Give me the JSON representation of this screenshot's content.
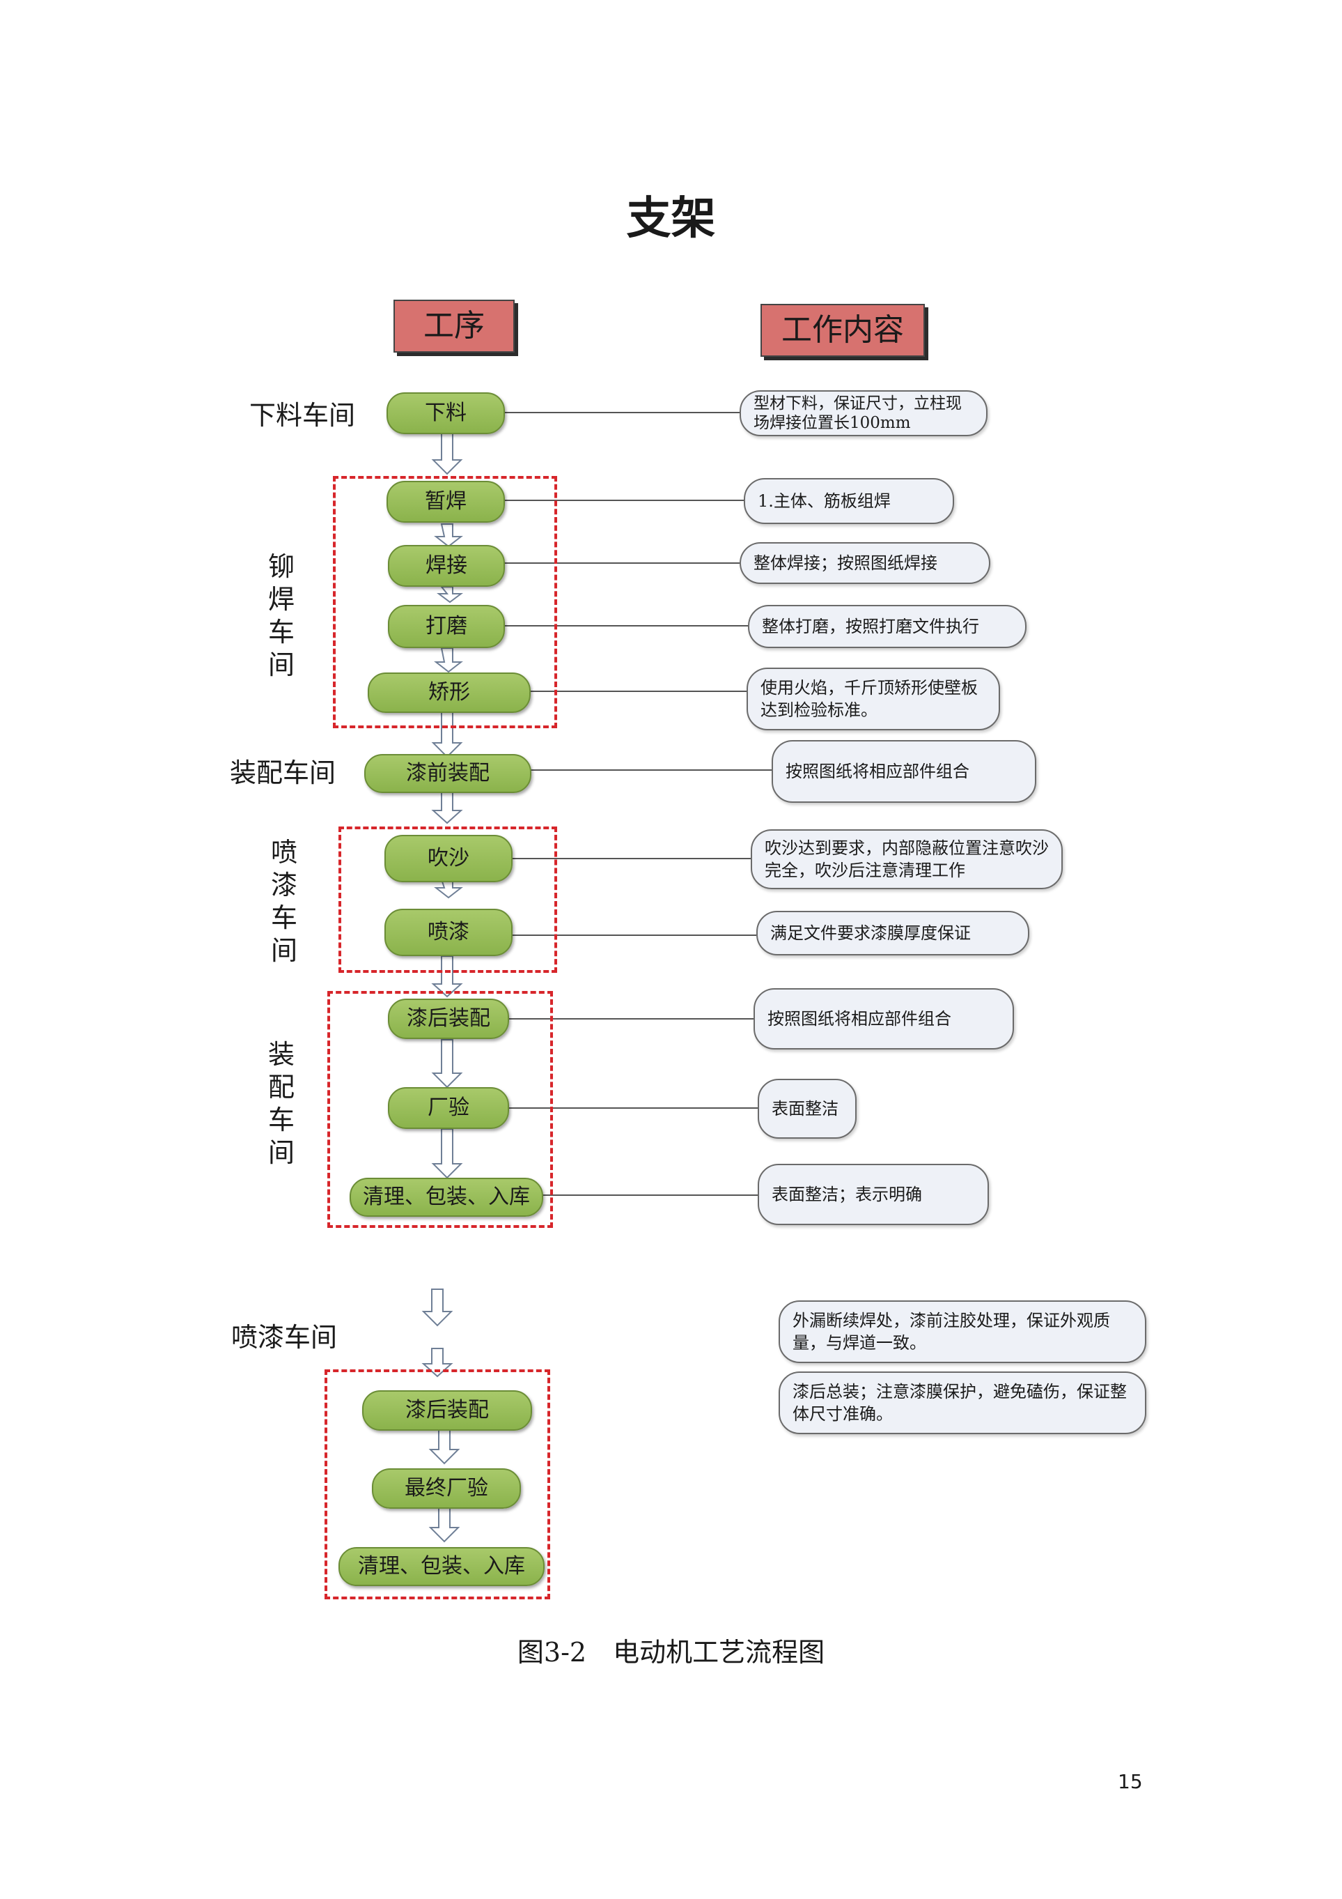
{
  "title": "支架",
  "headers": {
    "process": "工序",
    "content": "工作内容"
  },
  "workshops": {
    "cutting": "下料车间",
    "riveting": "铆焊车间",
    "assembly1": "装配车间",
    "painting1": "喷漆车间",
    "assembly2": "装配车间",
    "painting2": "喷漆车间"
  },
  "steps": {
    "s1": "下料",
    "s2": "暂焊",
    "s3": "焊接",
    "s4": "打磨",
    "s5": "矫形",
    "s6": "漆前装配",
    "s7": "吹沙",
    "s8": "喷漆",
    "s9": "漆后装配",
    "s10": "厂验",
    "s11": "清理、包装、入库",
    "s12": "漆后装配",
    "s13": "最终厂验",
    "s14": "清理、包装、入库"
  },
  "notes": {
    "n1": "型材下料，保证尺寸，立柱现场焊接位置长100mm",
    "n2": "1.主体、筋板组焊",
    "n3": "整体焊接；按照图纸焊接",
    "n4": "整体打磨，按照打磨文件执行",
    "n5": "使用火焰，千斤顶矫形使壁板达到检验标准。",
    "n6": "按照图纸将相应部件组合",
    "n7": "吹沙达到要求，内部隐蔽位置注意吹沙完全，吹沙后注意清理工作",
    "n8": "满足文件要求漆膜厚度保证",
    "n9": "按照图纸将相应部件组合",
    "n10": "表面整洁",
    "n11": "表面整洁；表示明确",
    "n12": "外漏断续焊处，漆前注胶处理，保证外观质量，与焊道一致。",
    "n13": "漆后总装；注意漆膜保护，避免磕伤，保证整体尺寸准确。"
  },
  "caption": "图3-2　电动机工艺流程图",
  "page_number": "15",
  "colors": {
    "step_fill": "#9bc05a",
    "header_fill": "#d7726f",
    "dash_box": "#d7262b",
    "note_fill": "#eef1f7"
  }
}
